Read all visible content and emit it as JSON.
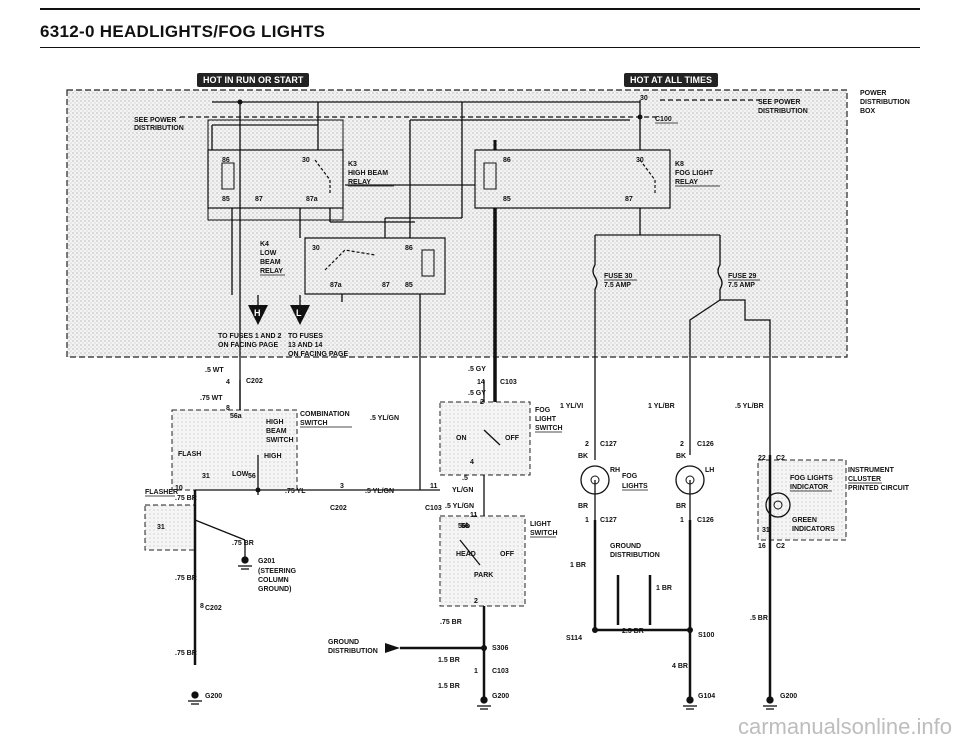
{
  "page": {
    "title": "6312-0  HEADLIGHTS/FOG LIGHTS",
    "hot_run": "HOT IN RUN OR START",
    "hot_all": "HOT AT ALL TIMES",
    "watermark": "carmanualsonline.info"
  },
  "labels": {
    "see_power_left_1": "SEE POWER",
    "see_power_left_2": "DISTRIBUTION",
    "see_power_right_1": "SEE POWER",
    "see_power_right_2": "DISTRIBUTION",
    "pdb_1": "POWER",
    "pdb_2": "DISTRIBUTION",
    "pdb_3": "BOX",
    "c100": "C100",
    "pin30_top": "30",
    "k3_1": "K3",
    "k3_2": "HIGH BEAM",
    "k3_3": "RELAY",
    "k8_1": "K8",
    "k8_2": "FOG LIGHT",
    "k8_3": "RELAY",
    "k4_1": "K4",
    "k4_2": "LOW",
    "k4_3": "BEAM",
    "k4_4": "RELAY",
    "fuse30_1": "FUSE 30",
    "fuse30_2": "7.5 AMP",
    "fuse29_1": "FUSE 29",
    "fuse29_2": "7.5 AMP",
    "h_letter": "H",
    "l_letter": "L",
    "to_fuses_h_1": "TO FUSES 1 AND 2",
    "to_fuses_h_2": "ON FACING PAGE",
    "to_fuses_l_1": "TO FUSES",
    "to_fuses_l_2": "13 AND 14",
    "to_fuses_l_3": "ON FACING PAGE",
    "w5wt": ".5 WT",
    "c202_a": "C202",
    "w75wt": ".75 WT",
    "combo_1": "COMBINATION",
    "combo_2": "SWITCH",
    "hbs_1": "HIGH",
    "hbs_2": "BEAM",
    "hbs_3": "SWITCH",
    "flash": "FLASH",
    "high": "HIGH",
    "low": "LOW",
    "w5ylgn": ".5 YL/GN",
    "w5gy_a": ".5 GY",
    "c103_a": "C103",
    "w5gy_b": ".5 GY",
    "fogsw_1": "FOG",
    "fogsw_2": "LIGHT",
    "fogsw_3": "SWITCH",
    "on": "ON",
    "off": "OFF",
    "w1ylvi": "1 YL/VI",
    "w1ylbr": "1 YL/BR",
    "w5ylbr": ".5 YL/BR",
    "c127_a": "C127",
    "c126_a": "C126",
    "bk_l": "BK",
    "bk_r": "BK",
    "rh": "RH",
    "lh": "LH",
    "fog_lights_1": "FOG",
    "fog_lights_2": "LIGHTS",
    "br_l": "BR",
    "br_r": "BR",
    "c127_b": "C127",
    "c126_b": "C126",
    "c2_a": "C2",
    "c2_b": "C2",
    "ic_1": "INSTRUMENT",
    "ic_2": "CLUSTER",
    "ic_3": "PRINTED CIRCUIT",
    "fli_1": "FOG LIGHTS",
    "fli_2": "INDICATOR",
    "green": "GREEN",
    "indicators": "INDICATORS",
    "flasher": "FLASHER",
    "w75br_a": ".75 BR",
    "w75yl": ".75 YL",
    "c202_b": "C202",
    "w5ylgn_b": ".5 YL/GN",
    "w5ylgn_c": ".5",
    "w5ylgn_d": "YL/GN",
    "c103_b": "C103",
    "w5ylgn_e": ".5 YL/GN",
    "lightsw_1": "LIGHT",
    "lightsw_2": "SWITCH",
    "head": "HEAD",
    "off2": "OFF",
    "park": "PARK",
    "w75br_b": ".75 BR",
    "g201_1": "G201",
    "g201_2": "(STEERING",
    "g201_3": "COLUMN",
    "g201_4": "GROUND)",
    "w75br_c": ".75 BR",
    "c202_c": "C202",
    "w75br_d": ".75 BR",
    "g200_a": "G200",
    "w75br_e": ".75 BR",
    "gd_1": "GROUND",
    "gd_2": "DISTRIBUTION",
    "s306": "S306",
    "w15br_a": "1.5 BR",
    "c103_c": "C103",
    "w15br_b": "1.5 BR",
    "g200_b": "G200",
    "gd2_1": "GROUND",
    "gd2_2": "DISTRIBUTION",
    "w1br_a": "1 BR",
    "w1br_b": "1 BR",
    "w25br": "2.5 BR",
    "s114": "S114",
    "s100": "S100",
    "w4br": "4 BR",
    "g104": "G104",
    "w5br": ".5 BR",
    "g200_c": "G200",
    "n4": "4",
    "n8": "8",
    "n3": "3",
    "n11a": "11",
    "n11b": "11",
    "n14": "14",
    "n2a": "2",
    "n4b": "4",
    "n2b": "2",
    "n1a": "1",
    "n10": "10",
    "n31a": "31",
    "n31b": "31",
    "n56": "56",
    "n56a": "56a",
    "n56b": "56b",
    "n8b": "8",
    "n2c": "2",
    "n2d": "2",
    "n1b": "1",
    "n1c": "1",
    "n22": "22",
    "n16": "16",
    "n31c": "31",
    "n30a": "30",
    "n86a": "86",
    "n85a": "85",
    "n87a": "87",
    "n87b": "87a",
    "n30b": "30",
    "n86b": "86",
    "n85b": "85",
    "n87c": "87",
    "n30c": "30",
    "n86c": "86",
    "n87d": "87a",
    "n87e": "87",
    "n85c": "85",
    "n50": "56"
  }
}
